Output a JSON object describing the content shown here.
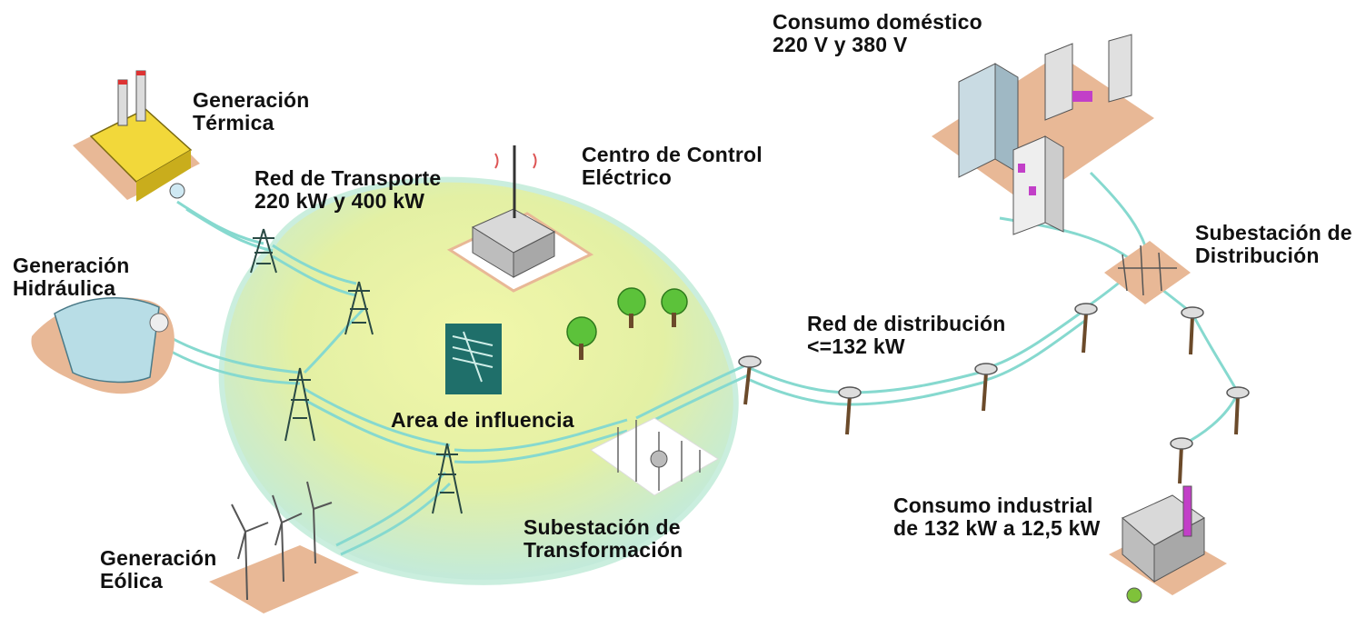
{
  "labels": {
    "generacion_termica": [
      "Generación",
      "Térmica"
    ],
    "red_transporte": [
      "Red de Transporte",
      "220 kW y 400 kW"
    ],
    "centro_control": [
      "Centro de Control",
      "Eléctrico"
    ],
    "consumo_domestico": [
      "Consumo doméstico",
      "220 V y 380 V"
    ],
    "generacion_hidraulica": [
      "Generación",
      "Hidráulica"
    ],
    "subestacion_distribucion": [
      "Subestación de",
      "Distribución"
    ],
    "red_distribucion": [
      "Red de distribución",
      "<=132 kW"
    ],
    "area_influencia": "Area de influencia",
    "subestacion_transformacion": [
      "Subestación de",
      "Transformación"
    ],
    "consumo_industrial": [
      "Consumo industrial",
      "de 132 kW a 12,5 kW"
    ],
    "generacion_eolica": [
      "Generación",
      "Eólica"
    ]
  },
  "colors": {
    "area_fill": "#e6f29a",
    "area_edge": "#b9e8d8",
    "line": "#7fd8cc",
    "ground": "#e8b896",
    "building_yellow": "#f2d83a",
    "accent_magenta": "#c23fc8",
    "control_box": "#1f6f6a"
  }
}
